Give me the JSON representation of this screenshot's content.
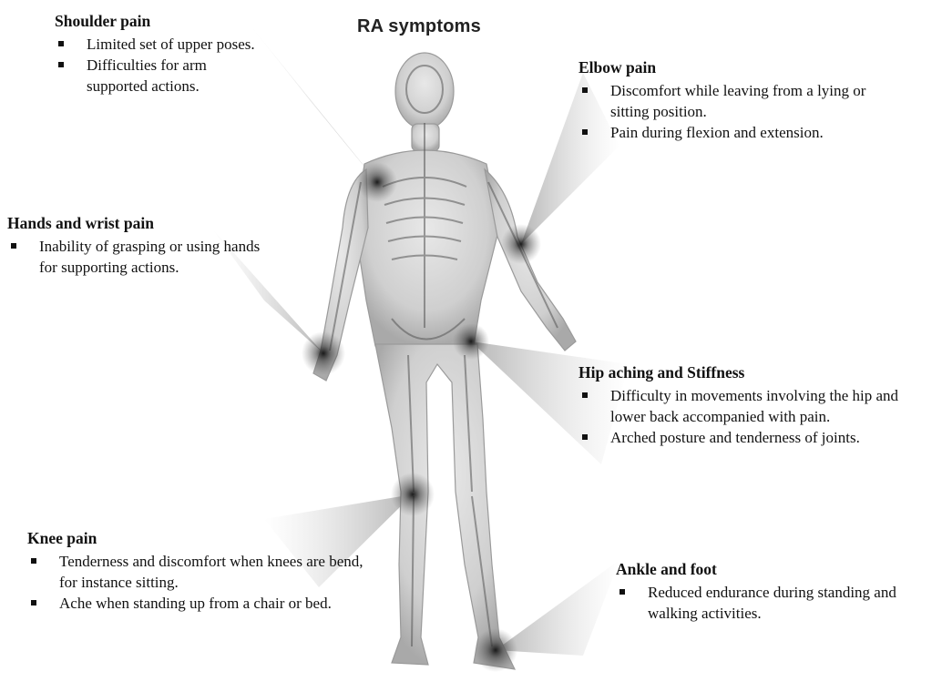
{
  "title": "RA symptoms",
  "panels": {
    "shoulder": {
      "heading": "Shoulder pain",
      "items": [
        "Limited set of upper poses.",
        "Difficulties  for arm supported actions."
      ]
    },
    "elbow": {
      "heading": "Elbow pain",
      "items": [
        "Discomfort while leaving from a lying  or sitting position.",
        "Pain during flexion  and extension."
      ]
    },
    "hands": {
      "heading": "Hands and wrist pain",
      "items": [
        "Inability  of grasping or using hands for supporting actions."
      ]
    },
    "hip": {
      "heading": "Hip  aching and Stiffness",
      "items": [
        "Difficulty in movements involving the hip and lower back accompanied with pain.",
        "Arched posture and tenderness of joints."
      ]
    },
    "knee": {
      "heading": "Knee pain",
      "items": [
        "Tenderness and discomfort when knees are bend, for instance sitting.",
        "Ache when standing up from a chair or bed."
      ]
    },
    "ankle": {
      "heading": "Ankle and foot",
      "items": [
        "Reduced endurance during standing and walking  activities."
      ]
    }
  }
}
